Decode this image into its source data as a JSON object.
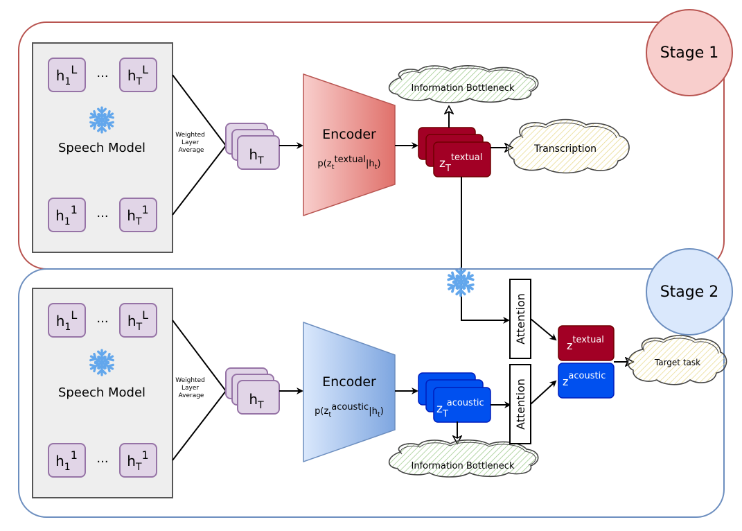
{
  "stage1": {
    "label": "Stage 1",
    "speech_model": {
      "label": "Speech Model",
      "top_left": {
        "base": "h",
        "sub": "1",
        "sup": "L"
      },
      "top_right": {
        "base": "h",
        "sub": "T",
        "sup": "L"
      },
      "bottom_left": {
        "base": "h",
        "sub": "1",
        "sup": "1"
      },
      "bottom_right": {
        "base": "h",
        "sub": "T",
        "sup": "1"
      },
      "ellipsis_top": "···",
      "ellipsis_bottom": "···"
    },
    "weighted_avg": {
      "line1": "Weighted",
      "line2": "Layer",
      "line3": "Average"
    },
    "hidden": {
      "base": "h",
      "sub": "T"
    },
    "encoder": {
      "title": "Encoder",
      "formula_a": "p(z",
      "formula_sub": "t",
      "formula_sup": "textual",
      "formula_b": "|h",
      "formula_sub2": "t",
      "formula_c": ")"
    },
    "latent": {
      "base": "z",
      "sub": "T",
      "sup": "textual"
    },
    "bottleneck": "Information Bottleneck",
    "transcription": "Transcription"
  },
  "stage2": {
    "label": "Stage 2",
    "speech_model": {
      "label": "Speech Model",
      "top_left": {
        "base": "h",
        "sub": "1",
        "sup": "L"
      },
      "top_right": {
        "base": "h",
        "sub": "T",
        "sup": "L"
      },
      "bottom_left": {
        "base": "h",
        "sub": "1",
        "sup": "1"
      },
      "bottom_right": {
        "base": "h",
        "sub": "T",
        "sup": "1"
      },
      "ellipsis_top": "···",
      "ellipsis_bottom": "···"
    },
    "weighted_avg": {
      "line1": "Weighted",
      "line2": "Layer",
      "line3": "Average"
    },
    "hidden": {
      "base": "h",
      "sub": "T"
    },
    "encoder": {
      "title": "Encoder",
      "formula_a": "p(z",
      "formula_sub": "t",
      "formula_sup": "acoustic",
      "formula_b": "|h",
      "formula_sub2": "t",
      "formula_c": ")"
    },
    "latent": {
      "base": "z",
      "sub": "T",
      "sup": "acoustic"
    },
    "bottleneck": "Information Bottleneck",
    "attention_top": "Attention",
    "attention_bottom": "Attention",
    "z_textual": {
      "base": "z",
      "sup": "textual"
    },
    "z_acoustic": {
      "base": "z",
      "sup": "acoustic"
    },
    "target": "Target task"
  },
  "colors": {
    "stage1_border": "#b85450",
    "stage1_circle": "#f8cecc",
    "stage2_border": "#6c8ebf",
    "stage2_circle": "#dae8fc",
    "hidden_fill": "#e1d5e7",
    "hidden_border": "#9673a6",
    "dark_red": "#a20025",
    "blue": "#0050ef",
    "snowflake": "#63a7ec"
  },
  "icons": [
    "snowflake-icon"
  ]
}
